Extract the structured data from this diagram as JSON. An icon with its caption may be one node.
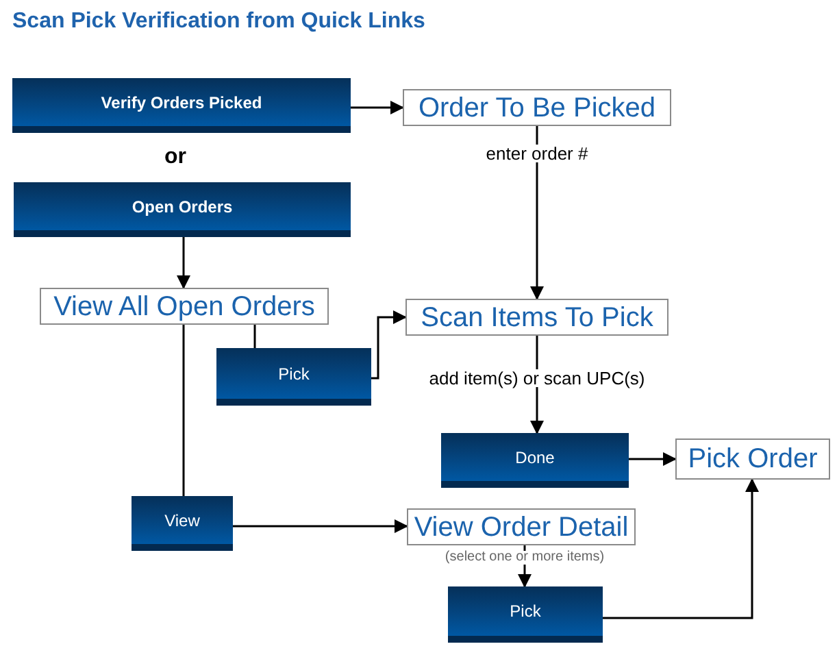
{
  "diagram": {
    "title": "Scan Pick Verification from Quick Links",
    "nodes": [
      {
        "text": [
          "Verify Orders Picked"
        ]
      },
      {
        "text": [
          "Order To Be Picked"
        ]
      },
      {
        "text": [
          "Open Orders"
        ]
      },
      {
        "text": [
          "View All Open Orders"
        ]
      },
      {
        "text": [
          "Scan Items To Pick"
        ]
      },
      {
        "text": [
          "Pick"
        ]
      },
      {
        "text": [
          "Done"
        ]
      },
      {
        "text": [
          "Pick Order"
        ]
      },
      {
        "text": [
          "View"
        ]
      },
      {
        "text": [
          "View Order Detail"
        ]
      },
      {
        "text": [
          "Pick"
        ]
      }
    ],
    "edges": [
      {
        "from": 0,
        "to": 1,
        "arrow": "to"
      },
      {
        "from": 1,
        "to": 4,
        "arrow": "to",
        "label": "enter order #"
      },
      {
        "from": 2,
        "to": 3,
        "arrow": "to"
      },
      {
        "from": 3,
        "to": 5,
        "arrow": "none"
      },
      {
        "from": 5,
        "to": 4,
        "arrow": "to"
      },
      {
        "from": 3,
        "to": 8,
        "arrow": "none"
      },
      {
        "from": 4,
        "to": 6,
        "arrow": "to",
        "label": "add item(s) or scan UPC(s)"
      },
      {
        "from": 6,
        "to": 7,
        "arrow": "to"
      },
      {
        "from": 8,
        "to": 9,
        "arrow": "to"
      },
      {
        "from": 9,
        "to": 10,
        "arrow": "to",
        "label": "(select one or more items)"
      },
      {
        "from": 10,
        "to": 7,
        "arrow": "to"
      }
    ],
    "labels": [
      "or"
    ]
  }
}
